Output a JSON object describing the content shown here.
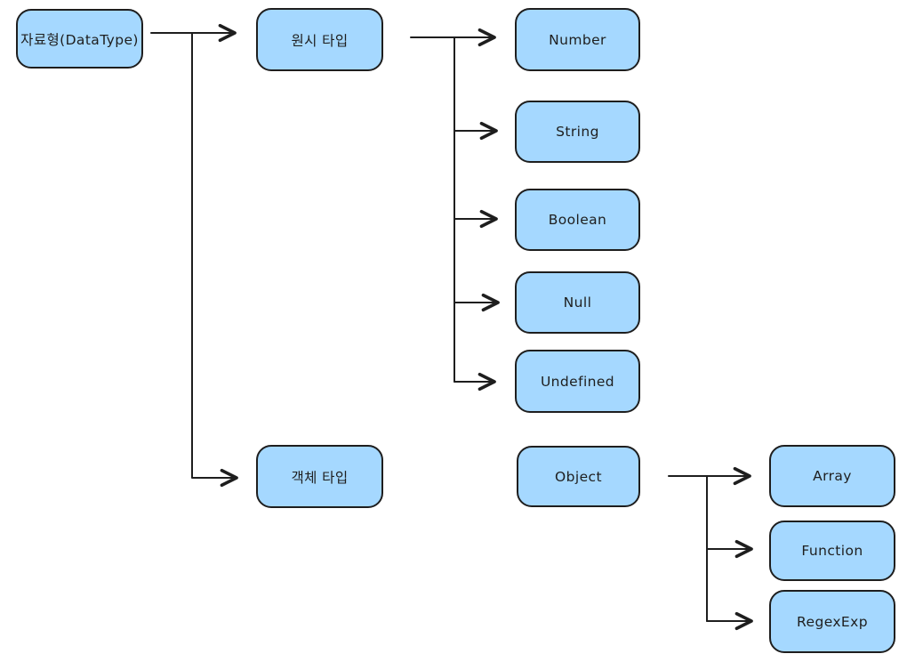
{
  "diagram": {
    "type": "flowchart-tree",
    "description": "JavaScript data type hierarchy",
    "nodes": [
      {
        "id": "datatype",
        "label": "자료형(DataType)"
      },
      {
        "id": "primitive-type",
        "label": "원시 타입"
      },
      {
        "id": "number",
        "label": "Number"
      },
      {
        "id": "string",
        "label": "String"
      },
      {
        "id": "boolean",
        "label": "Boolean"
      },
      {
        "id": "null",
        "label": "Null"
      },
      {
        "id": "undefined",
        "label": "Undefined"
      },
      {
        "id": "object-type",
        "label": "객체 타입"
      },
      {
        "id": "object",
        "label": "Object"
      },
      {
        "id": "array",
        "label": "Array"
      },
      {
        "id": "function",
        "label": "Function"
      },
      {
        "id": "regexexp",
        "label": "RegexExp"
      }
    ],
    "edges": [
      {
        "from": "datatype",
        "to": "primitive-type"
      },
      {
        "from": "datatype",
        "to": "object-type"
      },
      {
        "from": "primitive-type",
        "to": "number"
      },
      {
        "from": "primitive-type",
        "to": "string"
      },
      {
        "from": "primitive-type",
        "to": "boolean"
      },
      {
        "from": "primitive-type",
        "to": "null"
      },
      {
        "from": "primitive-type",
        "to": "undefined"
      },
      {
        "from": "object-type",
        "to": "object"
      },
      {
        "from": "object",
        "to": "array"
      },
      {
        "from": "object",
        "to": "function"
      },
      {
        "from": "object",
        "to": "regexexp"
      }
    ],
    "colors": {
      "node_fill": "#a5d8ff",
      "node_stroke": "#1e1e1e",
      "arrow": "#1e1e1e",
      "text": "#1e1e1e",
      "background": "#ffffff"
    }
  }
}
